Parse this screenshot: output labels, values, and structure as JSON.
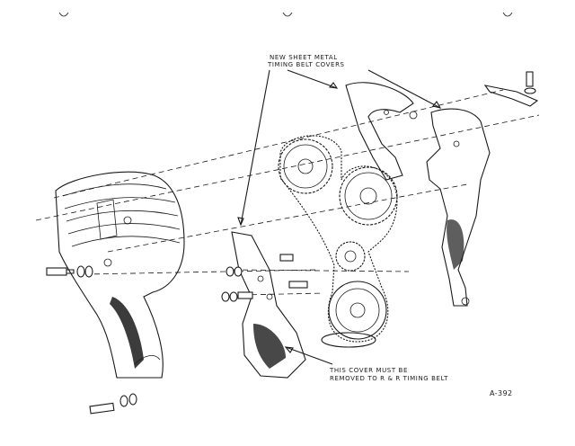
{
  "labels": {
    "new_covers_line1": "NEW SHEET METAL",
    "new_covers_line2": "TIMING BELT COVERS",
    "cover_note_line1": "THIS COVER MUST BE",
    "cover_note_line2": "REMOVED TO R & R TIMING BELT",
    "figure_code": "A-392"
  }
}
